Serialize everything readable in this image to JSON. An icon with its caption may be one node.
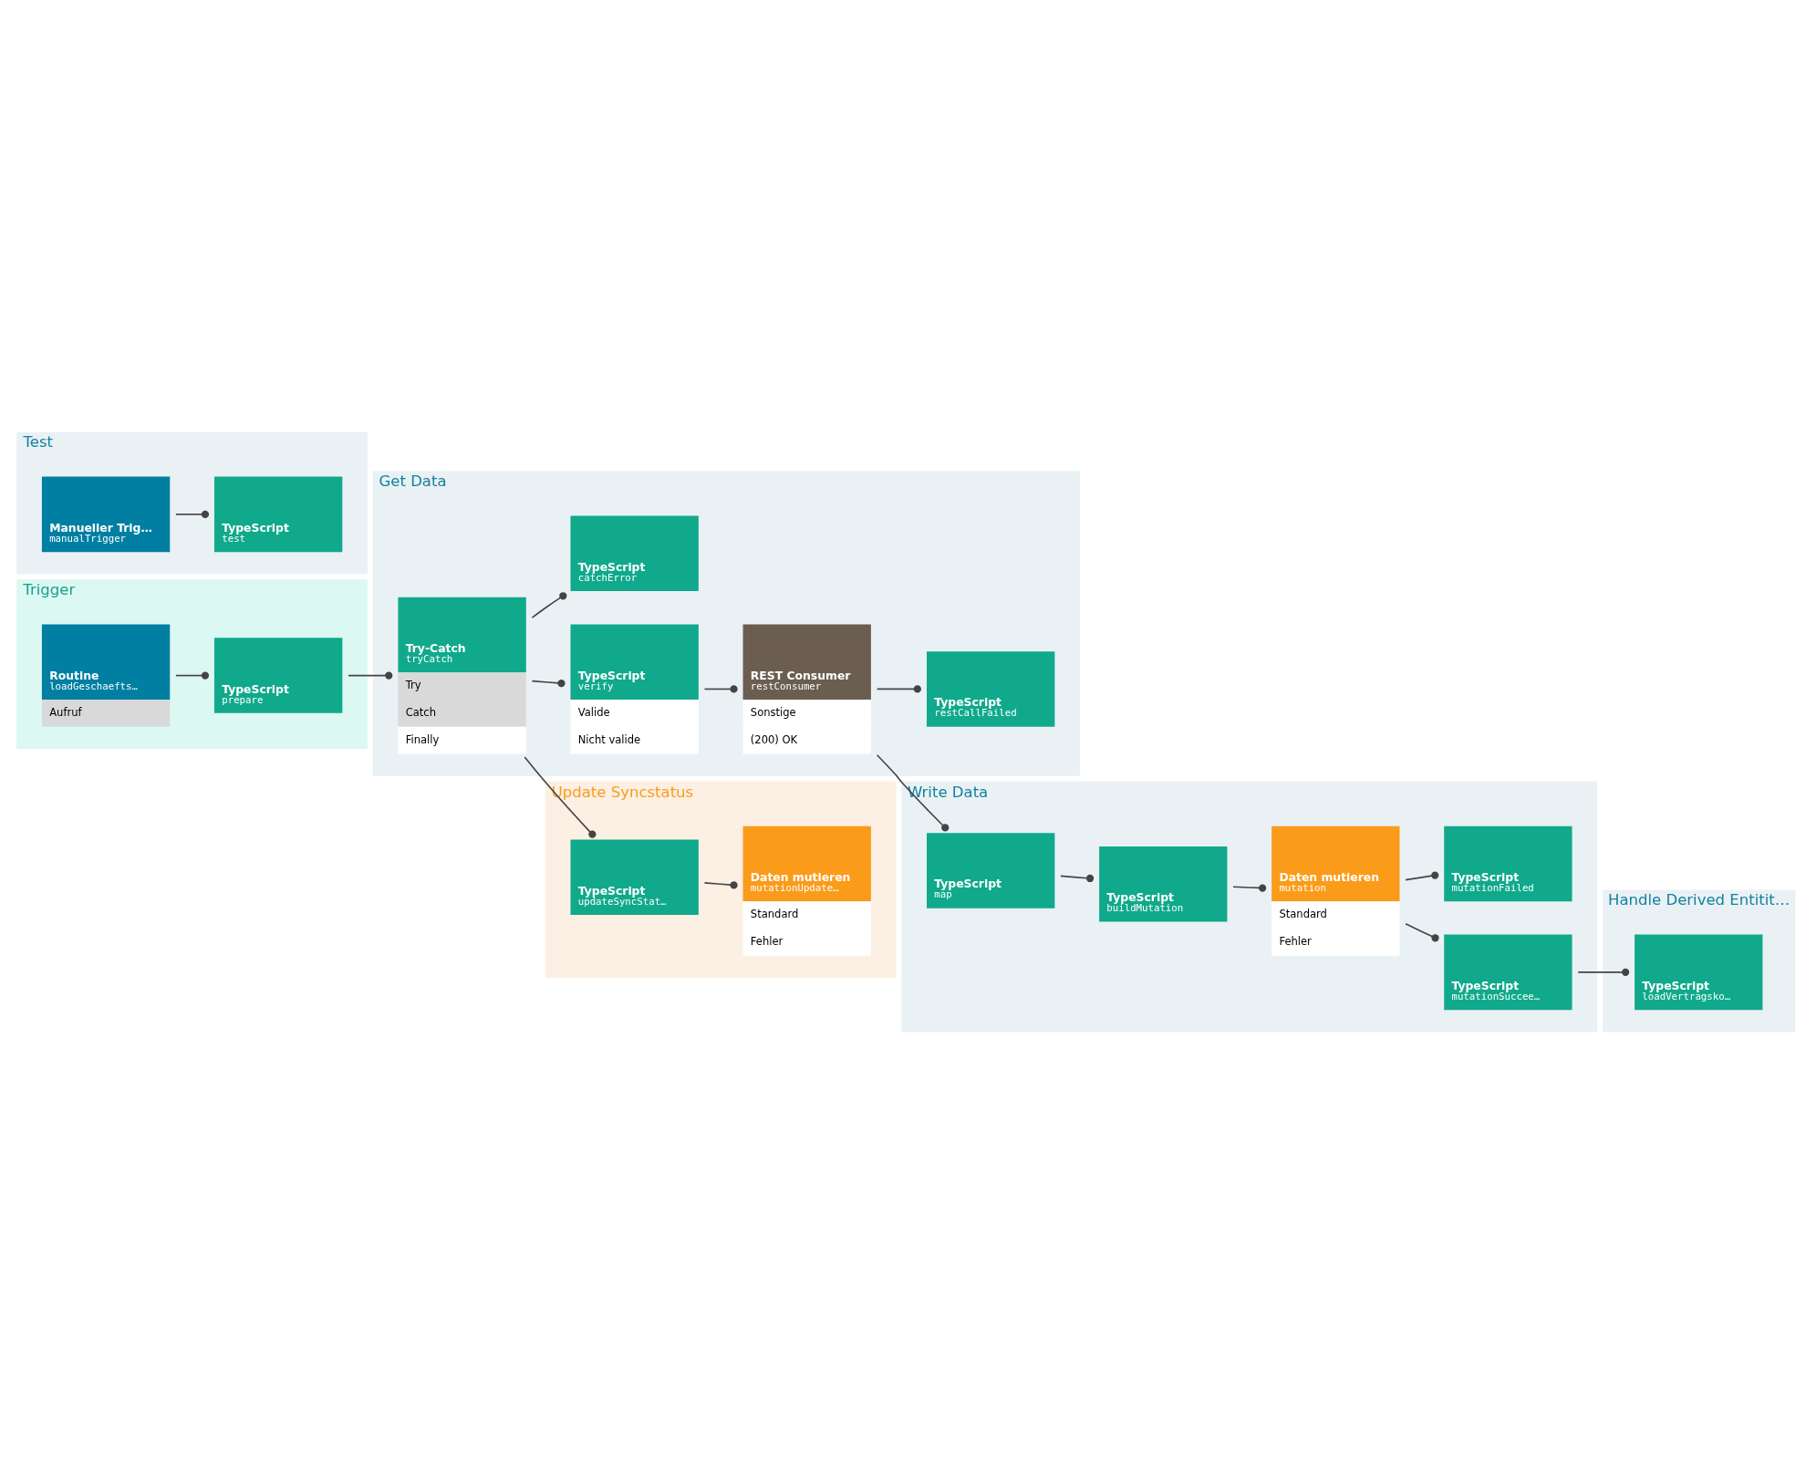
{
  "diagram": {
    "nodes": [
      {
        "text": [
          "Trigger"
        ]
      },
      {
        "text": [
          "Routine",
          "loadGeschaefts…",
          "Aufruf"
        ],
        "in": 0
      },
      {
        "text": [
          "TypeScript",
          "prepare"
        ],
        "in": 0
      },
      {
        "text": [
          "Test"
        ]
      },
      {
        "text": [
          "Manueller Trig…",
          "manualTrigger"
        ],
        "in": 3
      },
      {
        "text": [
          "TypeScript",
          "test"
        ],
        "in": 3
      },
      {
        "text": [
          "Get Data"
        ]
      },
      {
        "text": [
          "Try-Catch",
          "tryCatch",
          "Try",
          "Catch",
          "Finally"
        ],
        "in": 6
      },
      {
        "text": [
          "TypeScript",
          "verify",
          "Valide",
          "Nicht valide"
        ],
        "in": 6
      },
      {
        "text": [
          "REST Consumer",
          "restConsumer",
          "Sonstige",
          "(200) OK"
        ],
        "in": 6
      },
      {
        "text": [
          "TypeScript",
          "restCallFailed"
        ],
        "in": 6
      },
      {
        "text": [
          "TypeScript",
          "catchError"
        ],
        "in": 6
      },
      {
        "text": [
          "Write Data"
        ]
      },
      {
        "text": [
          "TypeScript",
          "map"
        ],
        "in": 12
      },
      {
        "text": [
          "TypeScript",
          "buildMutation"
        ],
        "in": 12
      },
      {
        "text": [
          "Daten mutieren",
          "mutation",
          "Standard",
          "Fehler"
        ],
        "in": 12
      },
      {
        "text": [
          "TypeScript",
          "mutationSuccee…"
        ],
        "in": 12
      },
      {
        "text": [
          "TypeScript",
          "mutationFailed"
        ],
        "in": 12
      },
      {
        "text": [
          "Handle Derived Entitit…"
        ]
      },
      {
        "text": [
          "TypeScript",
          "loadVertragsko…"
        ],
        "in": 18
      },
      {
        "text": [
          "Update Syncstatus"
        ]
      },
      {
        "text": [
          "TypeScript",
          "updateSyncStat…"
        ],
        "in": 20
      },
      {
        "text": [
          "Daten mutieren",
          "mutationUpdate…",
          "Standard",
          "Fehler"
        ],
        "in": 20
      }
    ],
    "edges": [
      {
        "from": 1,
        "to": 2,
        "arrow": "other"
      },
      {
        "from": 2,
        "to": 7,
        "arrow": "other"
      },
      {
        "from": 4,
        "to": 5,
        "arrow": "other"
      },
      {
        "from": 7,
        "to": 8,
        "arrow": "other"
      },
      {
        "from": 8,
        "to": 9,
        "arrow": "other"
      },
      {
        "from": 9,
        "to": 10,
        "arrow": "other"
      },
      {
        "from": 7,
        "to": 11,
        "arrow": "other"
      },
      {
        "from": 7,
        "to": 21,
        "arrow": "other"
      },
      {
        "from": 9,
        "to": 13,
        "arrow": "other"
      },
      {
        "from": 13,
        "to": 14,
        "arrow": "other"
      },
      {
        "from": 14,
        "to": 15,
        "arrow": "other"
      },
      {
        "from": 15,
        "to": 16,
        "arrow": "other"
      },
      {
        "from": 15,
        "to": 17,
        "arrow": "other"
      },
      {
        "from": 16,
        "to": 19,
        "arrow": "other"
      },
      {
        "from": 21,
        "to": 22,
        "arrow": "other"
      }
    ]
  }
}
